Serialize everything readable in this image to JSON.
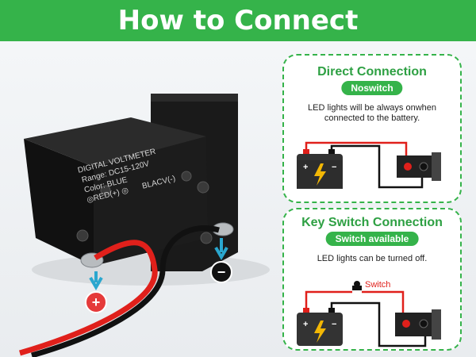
{
  "header": {
    "title": "How to Connect"
  },
  "device": {
    "line1": "DIGITAL  VOLTMETER",
    "line2": "Range: DC15-120V",
    "line3": "Color: BLUE",
    "line4": "◎RED(+)  ◎",
    "line5": "BLACV(-)"
  },
  "terminals": {
    "positive": "+",
    "negative": "−"
  },
  "direct": {
    "title": "Direct Connection",
    "badge": "Noswitch",
    "description": "LED lights will be always onwhen connected to the battery."
  },
  "keyswitch": {
    "title": "Key Switch Connection",
    "badge": "Switch available",
    "description": "LED lights can be turned off.",
    "switch_label": "Switch"
  },
  "colors": {
    "accent": "#35b34a",
    "wire_red": "#e0201b",
    "wire_black": "#111111"
  }
}
